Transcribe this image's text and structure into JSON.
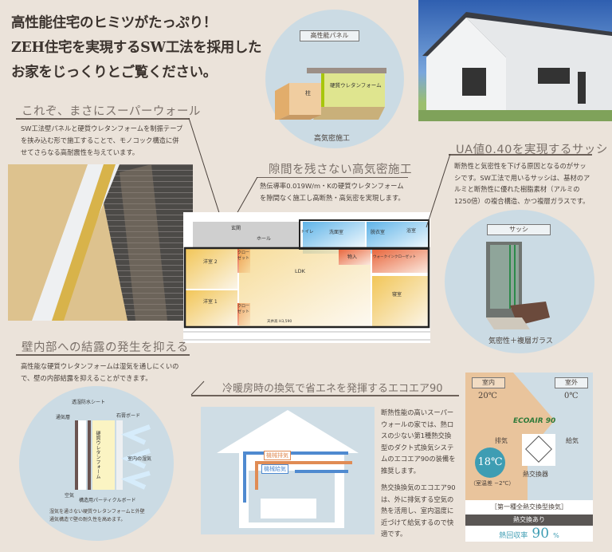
{
  "title": {
    "line1": "高性能住宅のヒミツがたっぷり！",
    "line2": "ZEH住宅を実現するSW工法を採用した",
    "line3": "お家をじっくりとご覧ください。"
  },
  "superwall": {
    "heading": "これぞ、まさにスーパーウォール",
    "text": "SW工法壁パネルと硬質ウレタンフォームを制振テープを挟み込む形で施工することで、モノコック構造に併せてさらなる高耐震性を与えています。"
  },
  "panel": {
    "label": "高性能パネル",
    "pillar": "柱",
    "foam": "硬質ウレタンフォーム",
    "caption": "高気密施工"
  },
  "airtight": {
    "heading": "隙間を残さない高気密施工",
    "text": "熱伝導率0.019W/m・Kの硬質ウレタンフォームを隙間なく施工し高断熱・高気密を実現します。"
  },
  "floorplan": {
    "rooms": {
      "entrance": "玄関",
      "hall": "ホール",
      "toilet": "トイレ",
      "washroom": "洗面室",
      "dressing": "脱衣室",
      "bath": "浴室",
      "western2": "洋室 2",
      "western1": "洋室 1",
      "closet": "クローゼット",
      "ldk": "LDK",
      "storage": "物入",
      "walkin": "ウォークインクローゼット",
      "bedroom": "寝室",
      "ceiling": "天井高 H3,590"
    }
  },
  "sash": {
    "heading": "UA値0.40を実現するサッシ",
    "text": "断熱性と気密性を下げる原因となるのがサッシです。SW工法で用いるサッシは、基材のアルミと断熱性に優れた樹脂素材（アルミの1250倍）の複合構造、かつ複層ガラスです。",
    "label": "サッシ",
    "caption": "気密性＋複層ガラス"
  },
  "condensation": {
    "heading": "壁内部への結露の発生を抑える",
    "text": "高性能な硬質ウレタンフォームは湿気を通しにくいので、壁の内部結露を抑えることができます。",
    "labels": {
      "sheet": "透湿防水シート",
      "airlayer": "通気層",
      "gypsum": "石膏ボード",
      "foam": "硬質ウレタンフォーム",
      "indoor": "室内の湿気",
      "air": "空気",
      "board": "構造用パーティクルボード"
    },
    "caption": "湿気を通さない硬質ウレタンフォームと外壁通気構造で壁の耐久性を高めます。"
  },
  "ventilation": {
    "heading": "冷暖房時の換気で省エネを発揮するエコエア90",
    "exhaust": "機械排気",
    "supply": "機械給気",
    "text1": "断熱性能の高いスーパーウォールの家では、熱ロスの少ない第1種熱交換型のダクト式換気システムのエコエア90の装備を推奨します。",
    "text2": "熱交換換気のエコエア90は、外に排気する空気の熱を活用し、室内温度に近づけて給気するので快適です。"
  },
  "ecoair": {
    "indoor": "室内",
    "outdoor": "室外",
    "indoor_temp": "20℃",
    "outdoor_temp": "0℃",
    "logo": "ECOAIR 90",
    "exhaust": "排気",
    "supply": "給気",
    "supply_temp": "18℃",
    "diff": "（室温差 −2℃）",
    "exchanger": "熱交換器",
    "type": "［第一種全熱交換型換気］",
    "band": "熱交換あり",
    "rate_label": "熱回収率",
    "rate_value": "90",
    "rate_unit": "%"
  },
  "colors": {
    "bg": "#ebe3da",
    "circle": "#cbdbe4",
    "warm": "#e9c49c",
    "accent": "#3e9db3",
    "dark": "#5a5654"
  }
}
